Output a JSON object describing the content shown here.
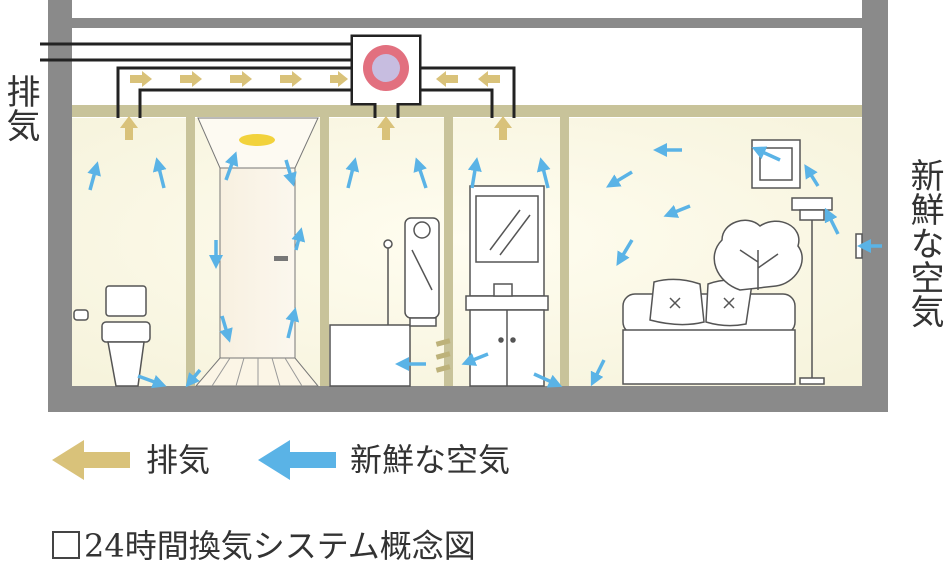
{
  "labels": {
    "exhaust_side": "排気",
    "fresh_side": "新鮮な空気"
  },
  "legend": [
    {
      "label": "排気",
      "color": "#d9c27a",
      "icon": "left-arrow-icon"
    },
    {
      "label": "新鮮な空気",
      "color": "#5ab3e6",
      "icon": "left-arrow-icon"
    }
  ],
  "caption": {
    "box": "□",
    "text": "24時間換気システム概念図"
  },
  "colors": {
    "wall": "#8a8a8a",
    "partition": "#c8c39a",
    "exhaust": "#d9c27a",
    "fresh": "#5ab3e6",
    "fan_ring": "#e2707f",
    "fan_core": "#c7bde0"
  }
}
